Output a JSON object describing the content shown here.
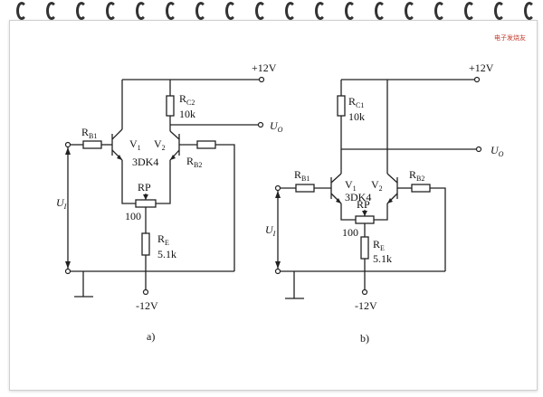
{
  "watermark": "电子发烧友",
  "circuit_a": {
    "supply_pos": "+12V",
    "supply_neg": "-12V",
    "rb1_main": "R",
    "rb1_sub": "B1",
    "rc2_main": "R",
    "rc2_sub": "C2",
    "rc2_value": "10k",
    "output_main": "U",
    "output_sub": "O",
    "v1_main": "V",
    "v1_sub": "1",
    "v2_main": "V",
    "v2_sub": "2",
    "transistor_model": "3DK4",
    "rb2_main": "R",
    "rb2_sub": "B2",
    "rp_label": "RP",
    "rp_value": "100",
    "re_main": "R",
    "re_sub": "E",
    "re_value": "5.1k",
    "input_main": "U",
    "input_sub": "I",
    "caption": "a)"
  },
  "circuit_b": {
    "supply_pos": "+12V",
    "supply_neg": "-12V",
    "rc1_main": "R",
    "rc1_sub": "C1",
    "rc1_value": "10k",
    "output_main": "U",
    "output_sub": "O",
    "rb1_main": "R",
    "rb1_sub": "B1",
    "v1_main": "V",
    "v1_sub": "1",
    "v2_main": "V",
    "v2_sub": "2",
    "transistor_model": "3DK4",
    "rb2_main": "R",
    "rb2_sub": "B2",
    "rp_label": "RP",
    "rp_value": "100",
    "re_main": "R",
    "re_sub": "E",
    "re_value": "5.1k",
    "input_main": "U",
    "input_sub": "I",
    "caption": "b)"
  }
}
